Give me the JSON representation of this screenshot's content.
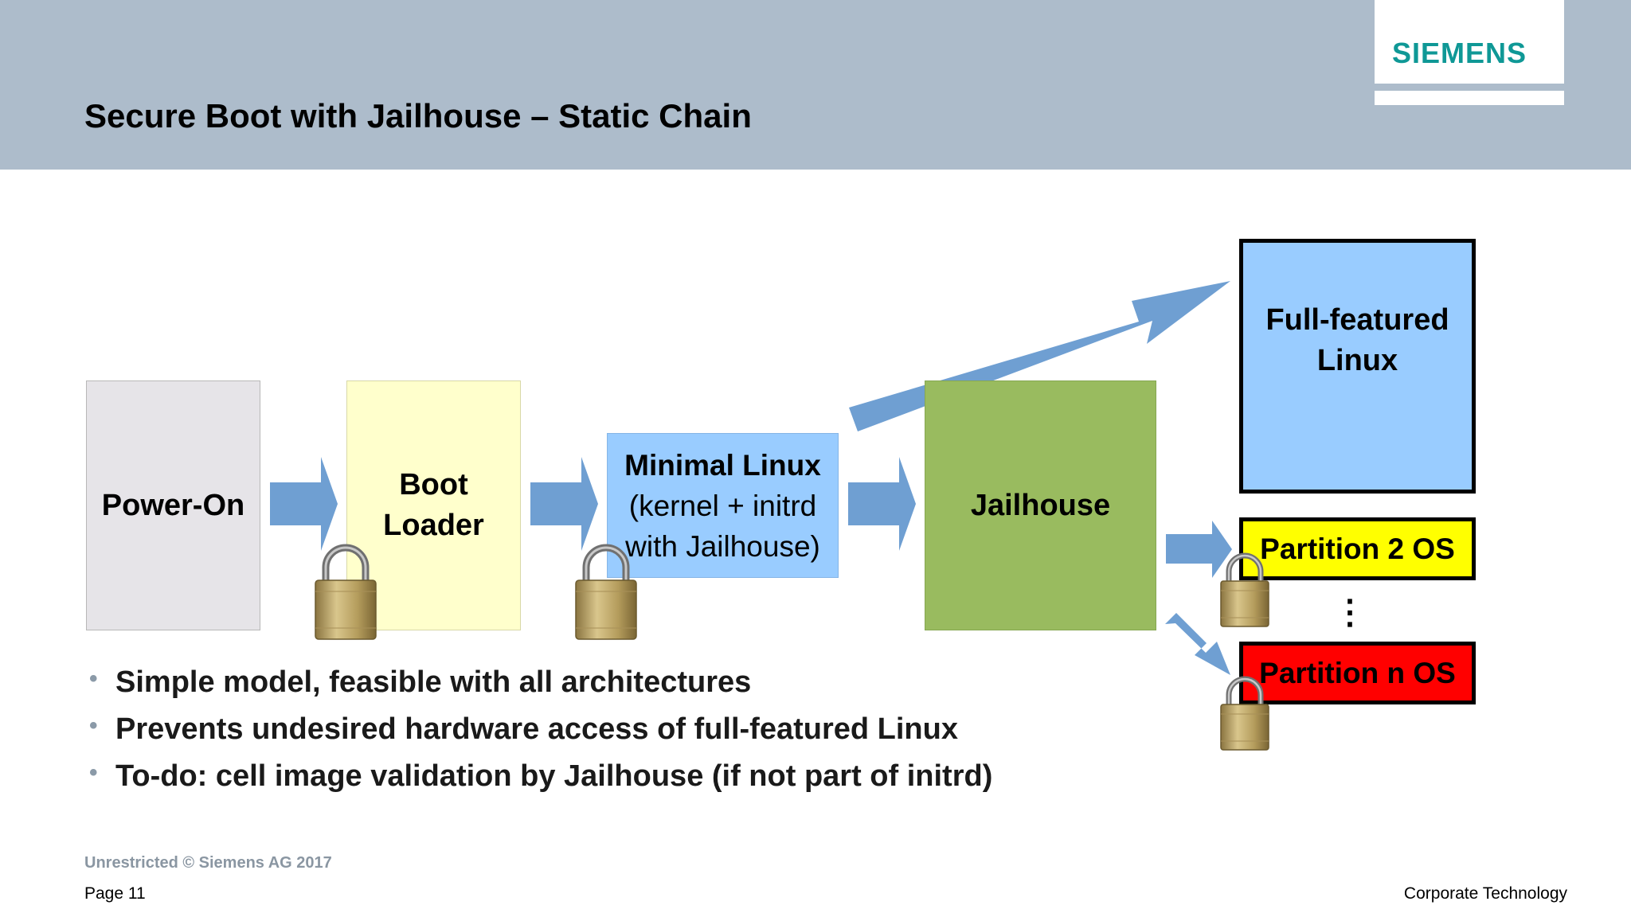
{
  "header": {
    "title": "Secure Boot with Jailhouse – Static Chain",
    "logo": "SIEMENS"
  },
  "diagram": {
    "boxes": {
      "power_on": "Power-On",
      "boot_loader": [
        "Boot",
        "Loader"
      ],
      "minimal_linux": [
        "Minimal Linux",
        "(kernel + initrd",
        "with Jailhouse)"
      ],
      "jailhouse": "Jailhouse",
      "full_linux": [
        "Full-featured",
        "Linux"
      ],
      "partition2": "Partition 2 OS",
      "partitionn": "Partition n OS"
    },
    "ellipsis": "⋮",
    "icons": [
      "arrow-icon",
      "padlock-icon"
    ],
    "colors": {
      "power_on": "#e6e4e8",
      "boot_loader": "#ffffcc",
      "minimal_linux": "#99ccff",
      "jailhouse": "#99bb5f",
      "full_linux": "#99ccff",
      "partition2": "#ffff00",
      "partitionn": "#ff0000",
      "arrow": "#6f9fd2"
    }
  },
  "bullets": [
    "Simple model, feasible with all architectures",
    "Prevents undesired hardware access of full-featured Linux",
    "To-do: cell image validation by Jailhouse (if not part of initrd)"
  ],
  "footer": {
    "classification": "Unrestricted © Siemens AG 2017",
    "page": "Page 11",
    "department": "Corporate Technology"
  }
}
